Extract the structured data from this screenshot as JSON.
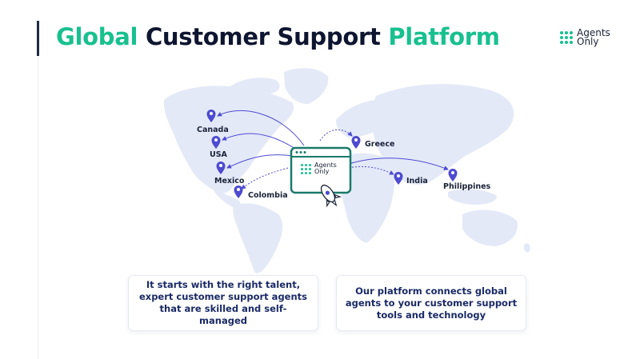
{
  "header": {
    "title_part1": "Global",
    "title_part2": "Customer Support",
    "title_part3": "Platform",
    "logo_text": "Agents Only"
  },
  "map": {
    "hub_logo_text": "Agents Only",
    "locations": [
      {
        "id": "canada",
        "label": "Canada"
      },
      {
        "id": "usa",
        "label": "USA"
      },
      {
        "id": "mexico",
        "label": "Mexico"
      },
      {
        "id": "colombia",
        "label": "Colombia"
      },
      {
        "id": "greece",
        "label": "Greece"
      },
      {
        "id": "india",
        "label": "India"
      },
      {
        "id": "philippines",
        "label": "Philippines"
      }
    ]
  },
  "cards": [
    {
      "text": "It starts with the right talent, expert customer support agents that are skilled and self-managed"
    },
    {
      "text": "Our platform connects global agents to your customer support tools and technology"
    }
  ],
  "colors": {
    "accent_green": "#18c08f",
    "dark_text": "#0e1530",
    "pin": "#4e4bd0",
    "map_fill": "#e4e9f8"
  }
}
